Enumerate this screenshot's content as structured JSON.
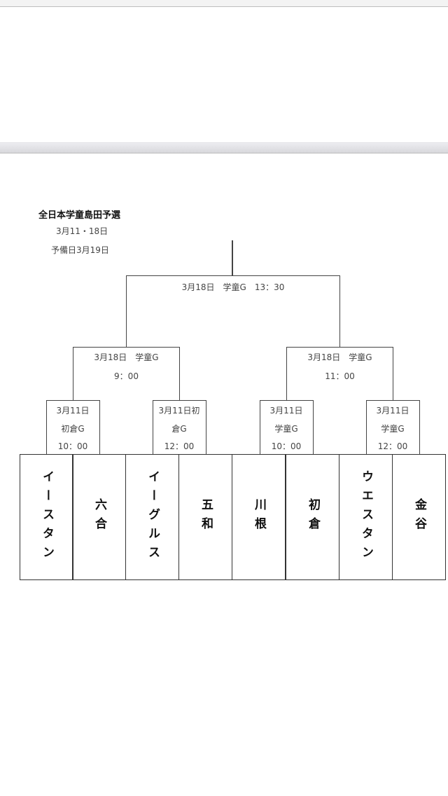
{
  "header": {
    "title": "全日本学童島田予選",
    "dates": "3月11・18日",
    "reserve": "予備日3月19日"
  },
  "final": {
    "line": "3月18日　学童G　13：30"
  },
  "semis": [
    {
      "line1": "3月18日　学童G",
      "line2": "9：00"
    },
    {
      "line1": "3月18日　学童G",
      "line2": "11：00"
    }
  ],
  "first_round": [
    {
      "line1": "3月11日",
      "line2": "初倉G",
      "line3": "10：00"
    },
    {
      "line1": "3月11日初",
      "line2": "倉G",
      "line3": "12：00"
    },
    {
      "line1": "3月11日",
      "line2": "学童G",
      "line3": "10：00"
    },
    {
      "line1": "3月11日",
      "line2": "学童G",
      "line3": "12：00"
    }
  ],
  "teams": [
    "イースタン",
    "六合",
    "イーグルス",
    "五和",
    "川根",
    "初倉",
    "ウエスタン",
    "金谷"
  ]
}
